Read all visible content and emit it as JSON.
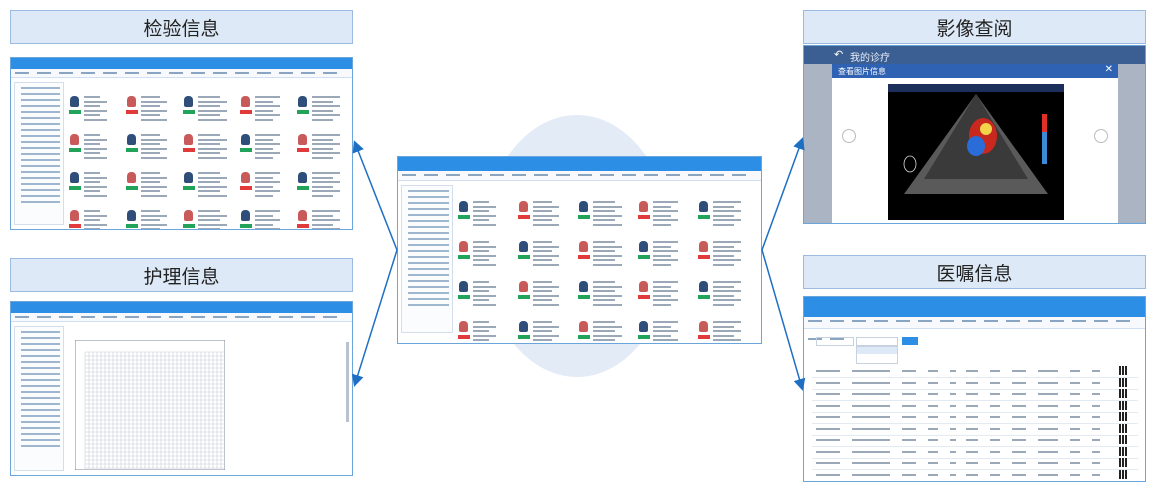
{
  "panels": {
    "lab": {
      "title": "检验信息"
    },
    "nursing": {
      "title": "护理信息"
    },
    "imaging": {
      "title": "影像查阅",
      "app_title": "我的诊疗",
      "dialog_title": "查看图片信息"
    },
    "orders": {
      "title": "医嘱信息"
    }
  },
  "colors": {
    "title_bg": "#dde9f6",
    "title_border": "#9bbbe0",
    "frame_border": "#6aa5dc",
    "app_header": "#2d8ee6",
    "arrow": "#1e6fc4",
    "center_circle": "#e3ebf7"
  },
  "icons": [
    "arrow-right-up-icon",
    "arrow-left-up-icon",
    "arrow-left-down-icon",
    "arrow-right-down-icon",
    "close-icon",
    "back-icon",
    "qr-code-icon",
    "patient-avatar-icon"
  ]
}
